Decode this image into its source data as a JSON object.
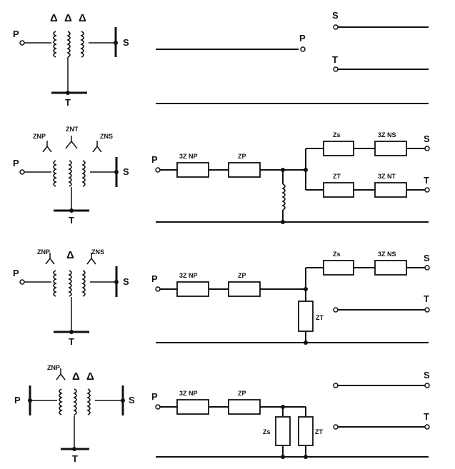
{
  "labels": {
    "p": "P",
    "s": "S",
    "t": "T",
    "delta": "Δ",
    "znp": "ZNP",
    "znt": "ZNT",
    "zns": "ZNS",
    "z3np": "3Z NP",
    "zp": "ZP",
    "zs": "Zs",
    "z3ns": "3Z NS",
    "zt": "ZT",
    "z3nt": "3Z NT",
    "zs_vert": "Zs"
  }
}
